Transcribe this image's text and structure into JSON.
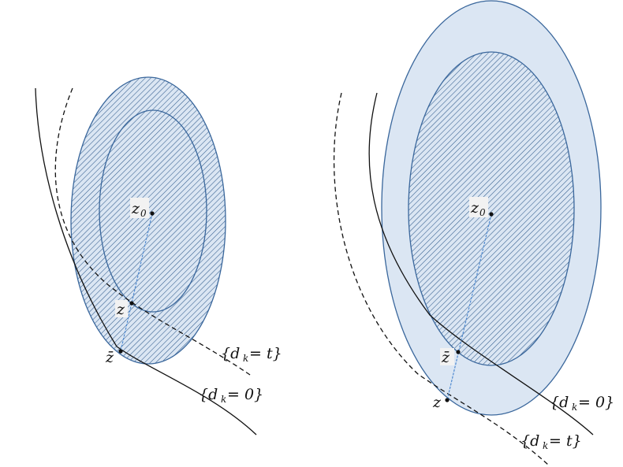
{
  "colors": {
    "ellipse_stroke": "#3a679c",
    "ellipse_fill": "#dbe6f3",
    "hatch": "#2f5a8c",
    "curve": "#111111",
    "segment": "#4f8ad1",
    "label_bg": "#f2f2f2"
  },
  "left_panel": {
    "center_label": "z",
    "center_sub": "0",
    "z_label": "z",
    "zbar_label": "z̄",
    "level_t_label": "{d",
    "level_t_sub": "k",
    "level_t_rest": " = t}",
    "level_0_label": "{d",
    "level_0_sub": "k",
    "level_0_rest": " = 0}"
  },
  "right_panel": {
    "center_label": "z",
    "center_sub": "0",
    "z_label": "z",
    "zbar_label": "z̄",
    "level_t_label": "{d",
    "level_t_sub": "k",
    "level_t_rest": " = t}",
    "level_0_label": "{d",
    "level_0_sub": "k",
    "level_0_rest": " = 0}"
  }
}
